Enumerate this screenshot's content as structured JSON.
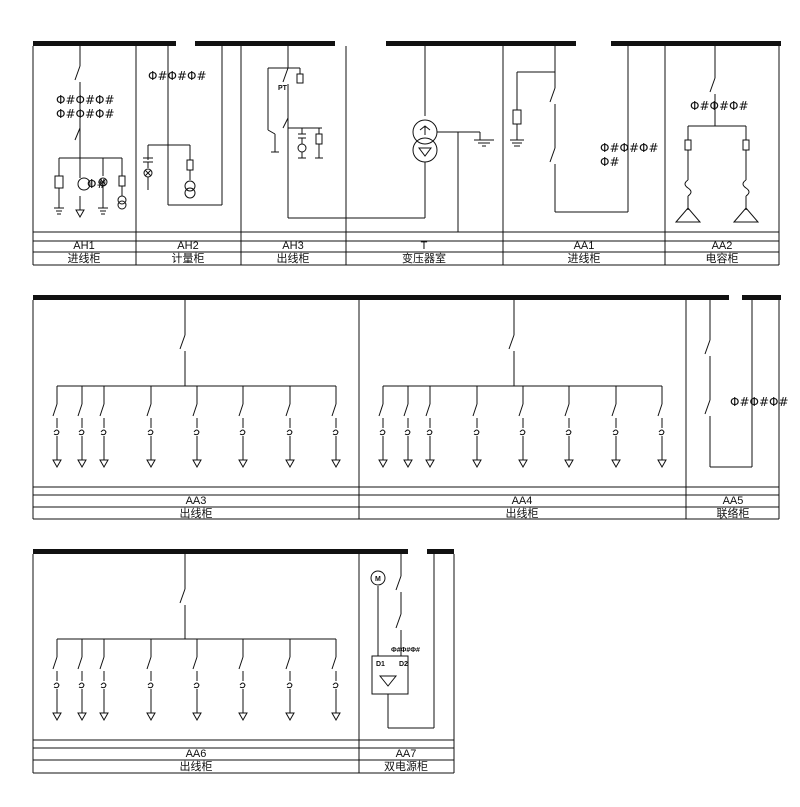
{
  "title": "",
  "panels": [
    {
      "code": "AH1",
      "name": "进线柜"
    },
    {
      "code": "AH2",
      "name": "计量柜"
    },
    {
      "code": "AH3",
      "name": "出线柜"
    },
    {
      "code": "T",
      "name": "变压器室"
    },
    {
      "code": "AA1",
      "name": "进线柜"
    },
    {
      "code": "AA2",
      "name": "电容柜"
    },
    {
      "code": "AA3",
      "name": "出线柜"
    },
    {
      "code": "AA4",
      "name": "出线柜"
    },
    {
      "code": "AA5",
      "name": "联络柜"
    },
    {
      "code": "AA6",
      "name": "出线柜"
    },
    {
      "code": "AA7",
      "name": "双电源柜"
    }
  ],
  "symbols": {
    "ct_group": "Φ#Φ#Φ#",
    "ct_pair": "Φ#Φ#",
    "ct_single": "Φ#",
    "ct_small": "Φ#Φ#Φ#",
    "motor": "M",
    "d1": "D1",
    "d2": "D2",
    "pt": "PT"
  },
  "colors": {
    "line": "#111111",
    "bus": "#111111",
    "background": "#ffffff"
  }
}
